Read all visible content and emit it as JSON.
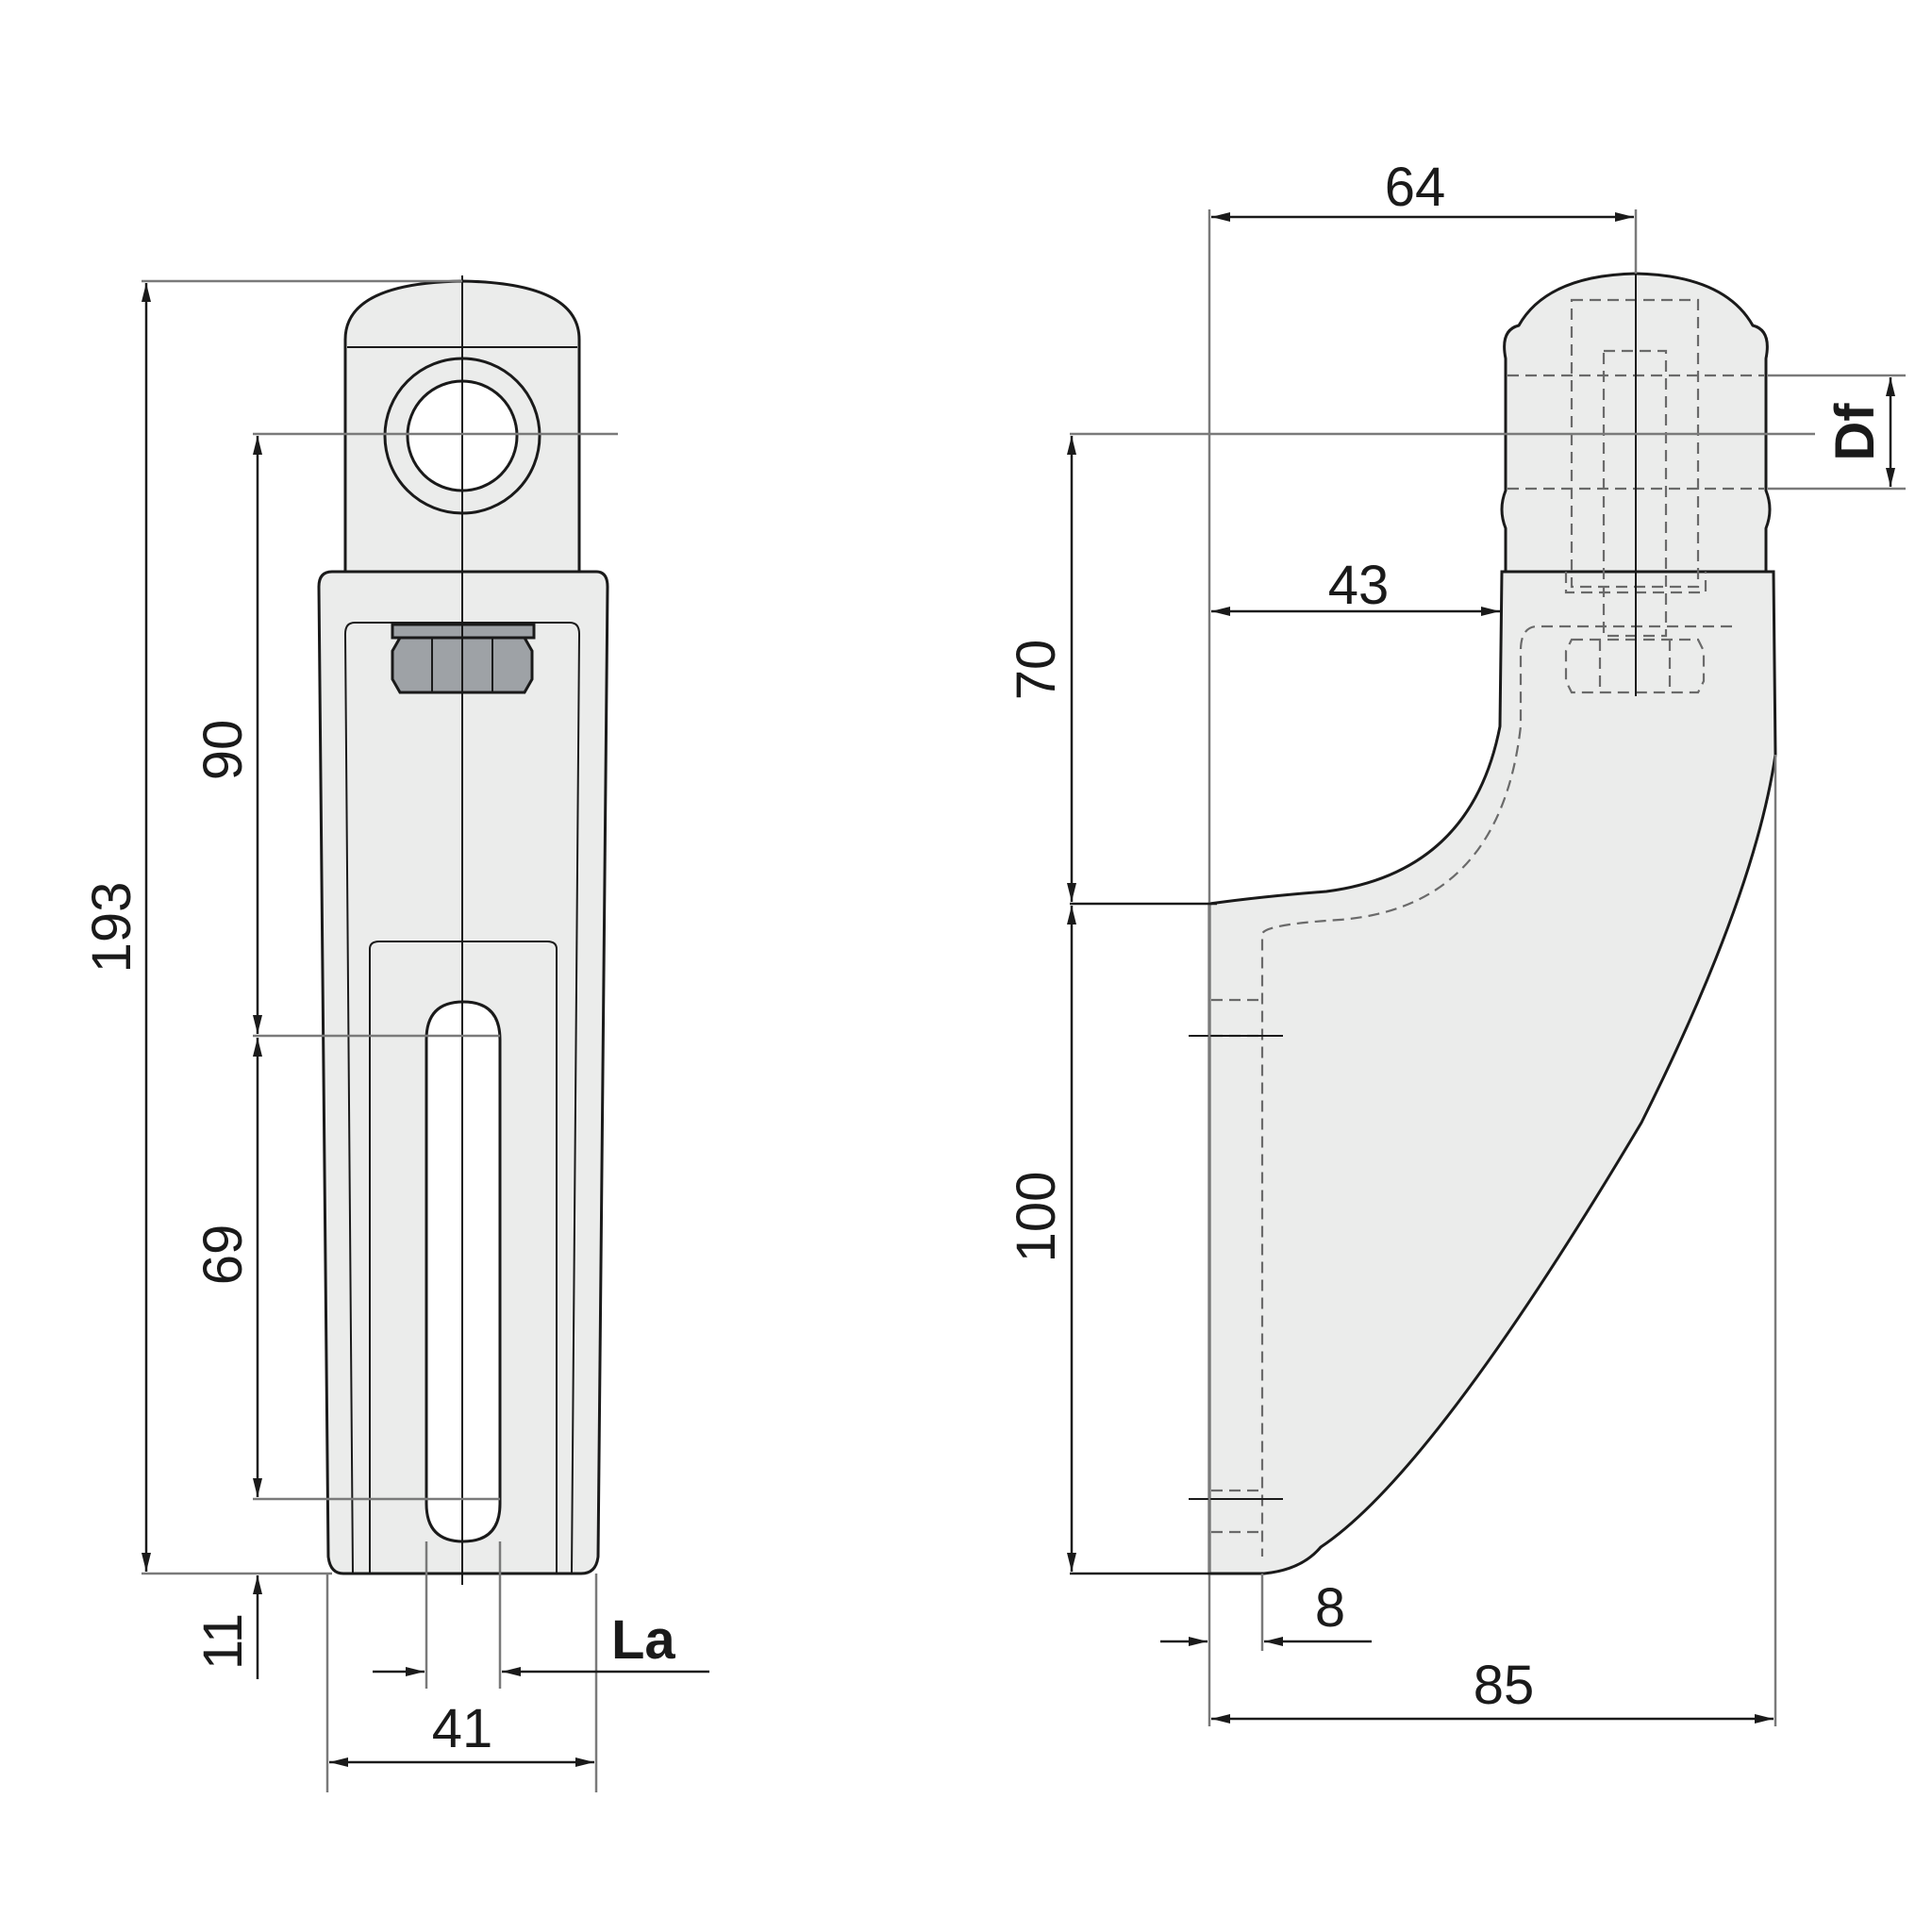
{
  "drawing": {
    "front_view": {
      "dim_overall_height": "193",
      "dim_eye_to_slot_top": "90",
      "dim_slot_length": "69",
      "dim_bottom_offset": "11",
      "dim_width": "41",
      "dim_slot_width_label": "La"
    },
    "side_view": {
      "dim_top_width": "64",
      "dim_eye_diameter_label": "Df",
      "dim_neck_width": "43",
      "dim_upper_height": "70",
      "dim_lower_height": "100",
      "dim_wall_thickness": "8",
      "dim_overall_width": "85"
    }
  }
}
